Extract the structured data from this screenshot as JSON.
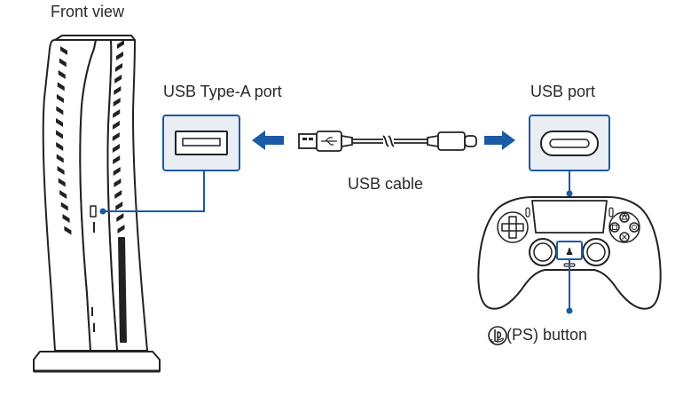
{
  "labels": {
    "front_view": "Front view",
    "usb_type_a_port": "USB Type-A port",
    "usb_port": "USB port",
    "usb_cable": "USB cable",
    "ps_button": "(PS) button"
  },
  "colors": {
    "accent": "#1a5aa6",
    "outline": "#222222",
    "callout_fill": "#e9eef5"
  },
  "icons": {
    "arrow_left": "arrow-left-icon",
    "arrow_right": "arrow-right-icon",
    "usb_symbol": "usb-trident-icon",
    "ps_logo": "playstation-logo-icon"
  }
}
